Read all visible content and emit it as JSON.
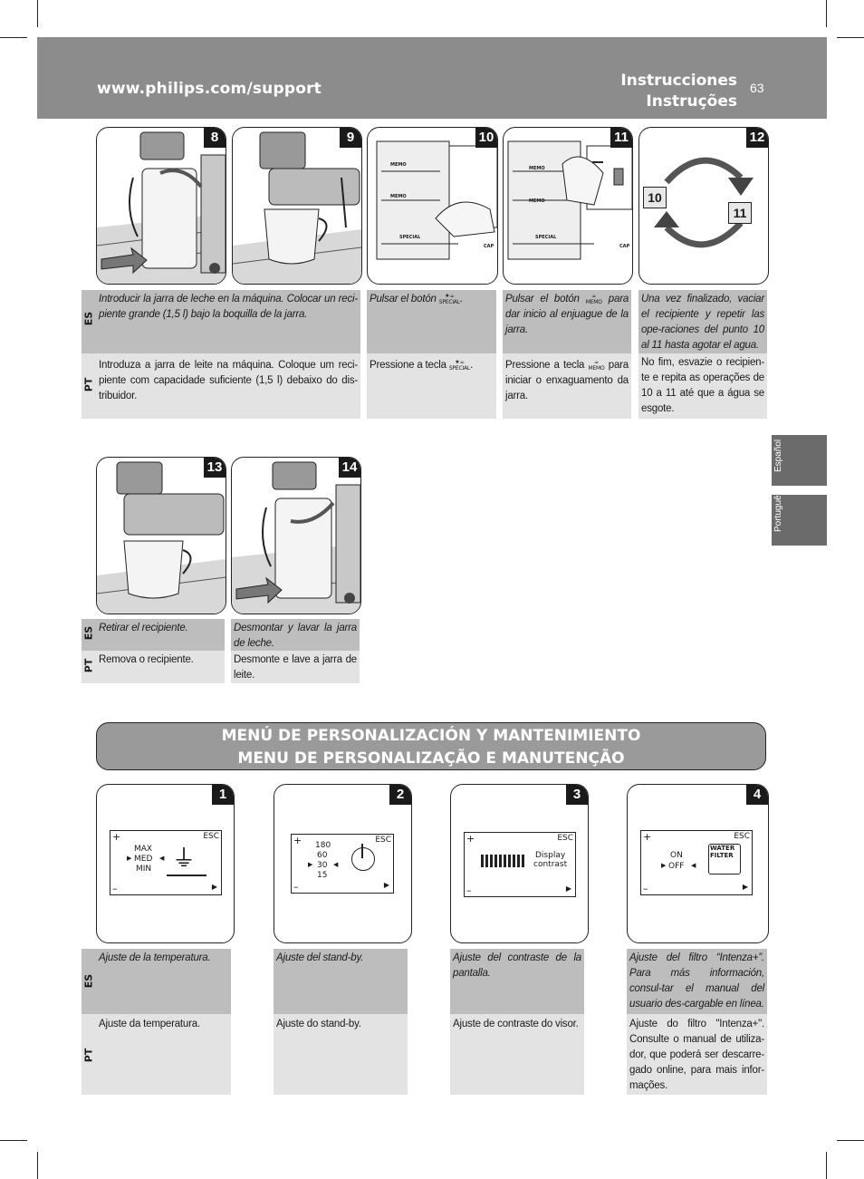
{
  "header": {
    "url": "www.philips.com/support",
    "title_es": "Instrucciones",
    "title_pt": "Instruções",
    "page": "63"
  },
  "side_tabs": [
    "Español",
    "Português"
  ],
  "step_badges": {
    "s8": "8",
    "s9": "9",
    "s10": "10",
    "s11": "11",
    "s12": "12",
    "s13": "13",
    "s14": "14"
  },
  "loop_labels": {
    "a": "10",
    "b": "11"
  },
  "button_labels": {
    "memo": "MEMO",
    "special": "SPECIAL",
    "cap": "CAP"
  },
  "lang": {
    "es": "ES",
    "pt": "PT"
  },
  "row1": {
    "c1_es": "Introducir la jarra de leche en la máquina. Colocar un reci-piente grande (1,5 l) bajo la boquilla de la jarra.",
    "c1_pt": "Introduza a jarra de leite na máquina. Coloque um reci-piente com capacidade suficiente (1,5 l) debaixo do dis-tribuidor.",
    "c2_es": "Pulsar el botón",
    "c2_pt": "Pressione a tecla",
    "c3_es_a": "Pulsar el botón",
    "c3_es_b": "para dar inicio al enjuague de la jarra.",
    "c3_pt_a": "Pressione a tecla",
    "c3_pt_b": "para iniciar o enxaguamento da jarra.",
    "c4_es": "Una vez finalizado, vaciar el recipiente y repetir las ope-raciones del punto 10 al 11 hasta agotar el agua.",
    "c4_pt": "No fim, esvazie o recipien-te e repita as operações de 10 a 11 até que a água se esgote."
  },
  "row2": {
    "c1_es": "Retirar el recipiente.",
    "c1_pt": "Remova o recipiente.",
    "c2_es": "Desmontar y lavar la jarra de leche.",
    "c2_pt": "Desmonte e lave a jarra de leite."
  },
  "banner": {
    "line1": "MENÚ DE PERSONALIZACIÓN Y MANTENIMIENTO",
    "line2": "MENU DE PERSONALIZAÇÃO E MANUTENÇÃO"
  },
  "menu_panels": [
    {
      "badge": "1",
      "plus": "+",
      "minus": "–",
      "esc": "ESC",
      "items": [
        "MAX",
        "MED",
        "MIN"
      ]
    },
    {
      "badge": "2",
      "plus": "+",
      "minus": "–",
      "esc": "ESC",
      "items": [
        "180",
        "60",
        "30",
        "15"
      ]
    },
    {
      "badge": "3",
      "plus": "+",
      "minus": "–",
      "esc": "ESC",
      "items": [
        "Display",
        "contrast"
      ]
    },
    {
      "badge": "4",
      "plus": "+",
      "minus": "–",
      "esc": "ESC",
      "items": [
        "ON",
        "OFF"
      ],
      "filter": [
        "WATER",
        "FILTER"
      ]
    }
  ],
  "row3": {
    "c1_es": "Ajuste de la temperatura.",
    "c1_pt": "Ajuste da temperatura.",
    "c2_es": "Ajuste del stand-by.",
    "c2_pt": "Ajuste do stand-by.",
    "c3_es": "Ajuste del contraste de la pantalla.",
    "c3_pt": "Ajuste de contraste do visor.",
    "c4_es": "Ajuste del filtro “Intenza+”. Para más información, consul-tar el manual del usuario des-cargable en línea.",
    "c4_pt": "Ajuste do filtro \"Intenza+\". Consulte o manual de utiliza-dor, que poderá ser descarre-gado online, para mais infor-mações."
  }
}
